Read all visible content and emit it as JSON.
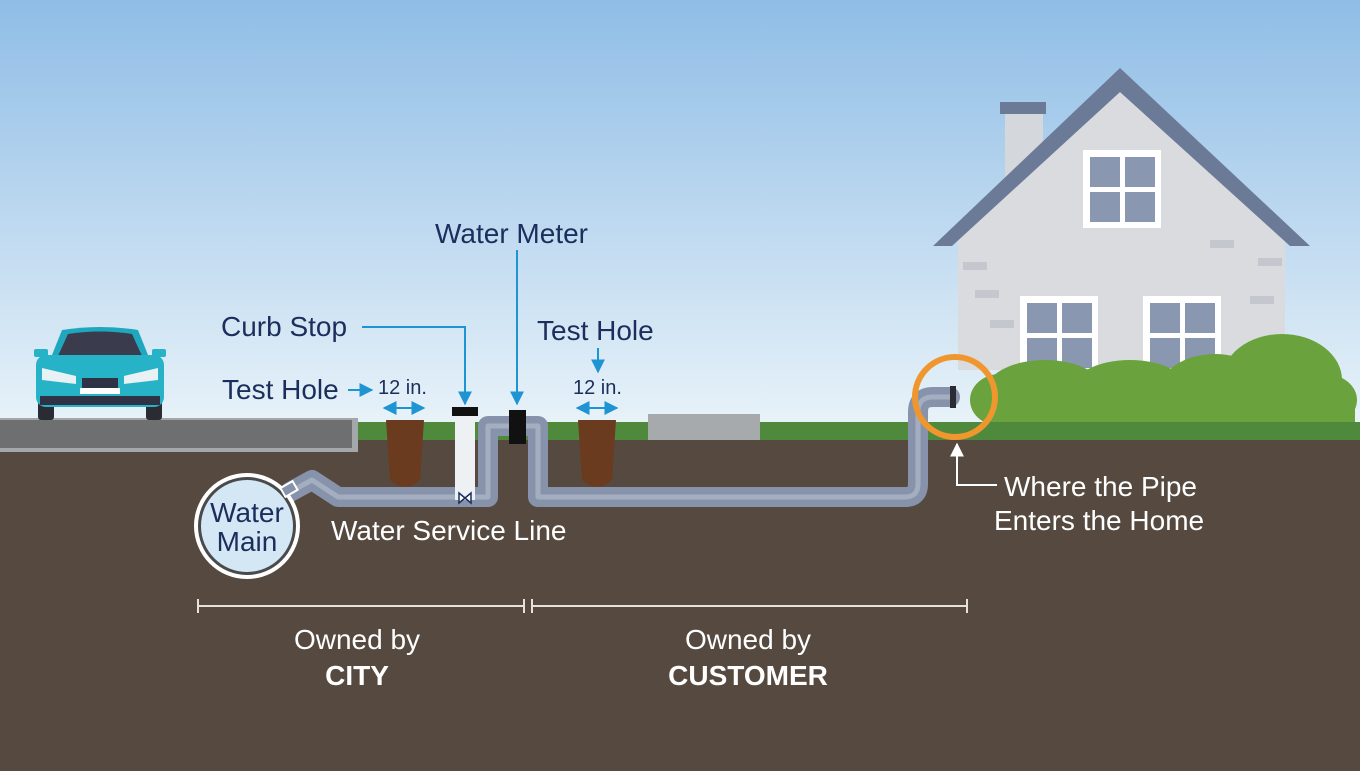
{
  "labels": {
    "water_meter": "Water Meter",
    "curb_stop": "Curb Stop",
    "test_hole_left": "Test Hole",
    "test_hole_right": "Test Hole",
    "size_left": "12 in.",
    "size_right": "12 in.",
    "water_main_line1": "Water",
    "water_main_line2": "Main",
    "service_line": "Water Service Line",
    "entry_line1": "Where the Pipe",
    "entry_line2": "Enters the Home"
  },
  "ownership": {
    "city": {
      "line1": "Owned by",
      "line2": "CITY"
    },
    "customer": {
      "line1": "Owned by",
      "line2": "CUSTOMER"
    }
  },
  "colors": {
    "sky_top": "#8fbde6",
    "sky_bottom": "#e9f3f9",
    "soil": "#564a40",
    "grass": "#4f8a3c",
    "pipe": "#8793ab",
    "callout": "#1e95d2",
    "highlight_ring": "#f0962e",
    "label_text": "#1b2e5c",
    "car_body": "#27b3c7",
    "roof": "#6b7a96",
    "house_wall": "#d9dbde"
  },
  "icons": [
    "car-icon",
    "house-icon",
    "bush-icon",
    "valve-icon",
    "water-meter-icon"
  ]
}
